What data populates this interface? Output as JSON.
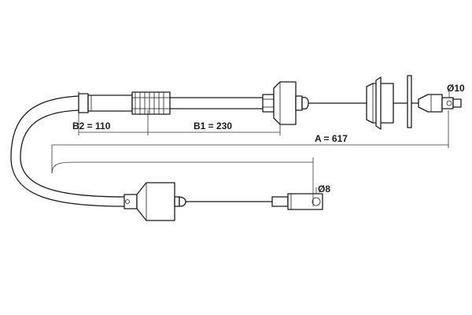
{
  "dimensions": {
    "b2_label": "B2 = 110",
    "b1_label": "B1 = 230",
    "a_label": "A = 617",
    "dia_top_label": "Ø10",
    "dia_bottom_label": "Ø8"
  },
  "colors": {
    "line": "#1a1a1a",
    "background": "#ffffff"
  }
}
